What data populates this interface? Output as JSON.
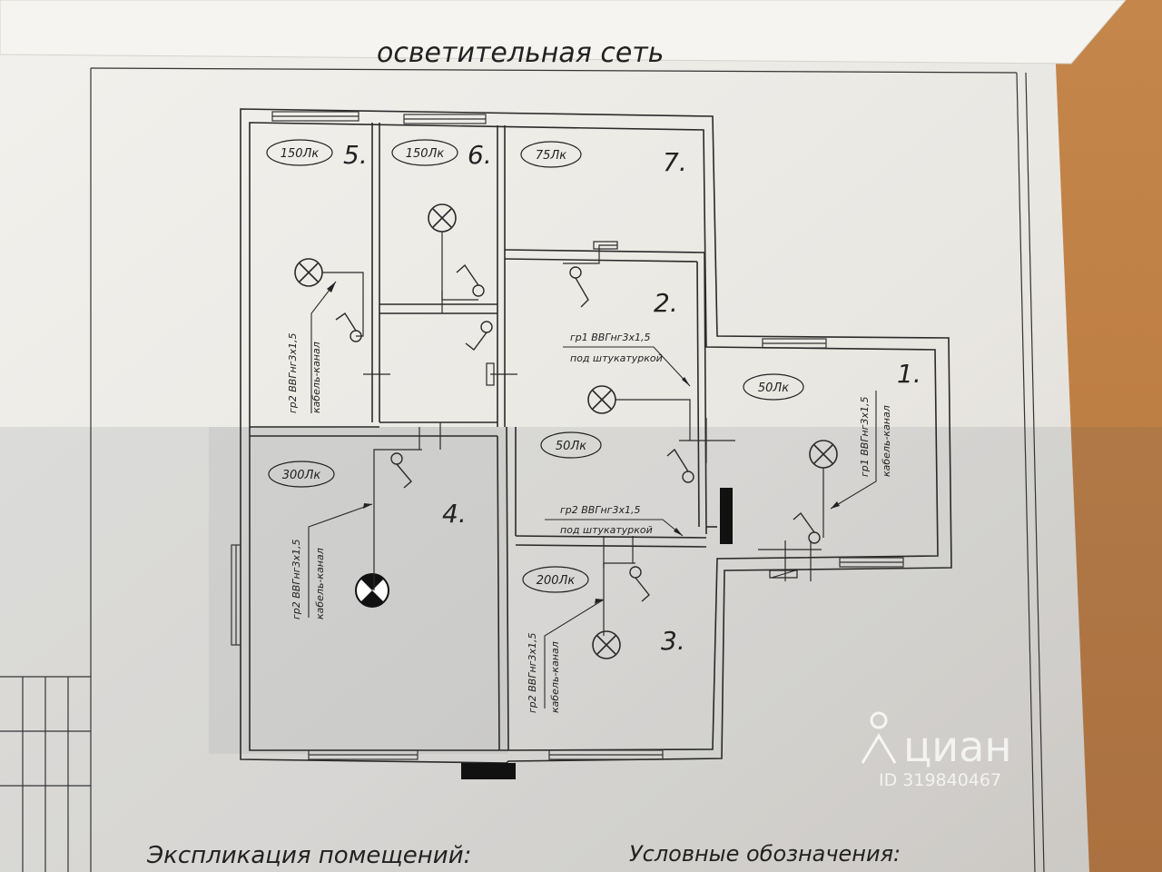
{
  "header": {
    "title_partial": "осветительная сеть"
  },
  "rooms": [
    {
      "number": "1.",
      "lux": "50Лк"
    },
    {
      "number": "2.",
      "lux": "50Лк"
    },
    {
      "number": "3.",
      "lux": "200Лк"
    },
    {
      "number": "4.",
      "lux": "300Лк"
    },
    {
      "number": "5.",
      "lux": "150Лк"
    },
    {
      "number": "6.",
      "lux": "150Лк"
    },
    {
      "number": "7.",
      "lux": "75Лк"
    }
  ],
  "cable_labels": {
    "room2_upper_line1": "гр1 ВВГнг3х1,5",
    "room2_upper_line2": "под штукатуркой",
    "room2_lower_line1": "гр2 ВВГнг3х1,5",
    "room2_lower_line2": "под штукатуркой",
    "room1_line1": "гр1 ВВГнг3х1,5",
    "room1_line2": "кабель-канал",
    "room5_line1": "гр2 ВВГнг3х1,5",
    "room5_line2": "кабель-канал",
    "room4_line1": "гр2 ВВГнг3х1,5",
    "room4_line2": "кабель-канал",
    "room3_line1": "гр2 ВВГнг3х1,5",
    "room3_line2": "кабель-канал"
  },
  "footer": {
    "explication_title": "Экспликация помещений:",
    "legend_title": "Условные обозначения:"
  },
  "watermark": {
    "brand": "циан",
    "id": "ID 319840467"
  },
  "colors": {
    "paper": "#efeeea",
    "ink": "#2a2a2a",
    "wood": "#c98a4e"
  }
}
